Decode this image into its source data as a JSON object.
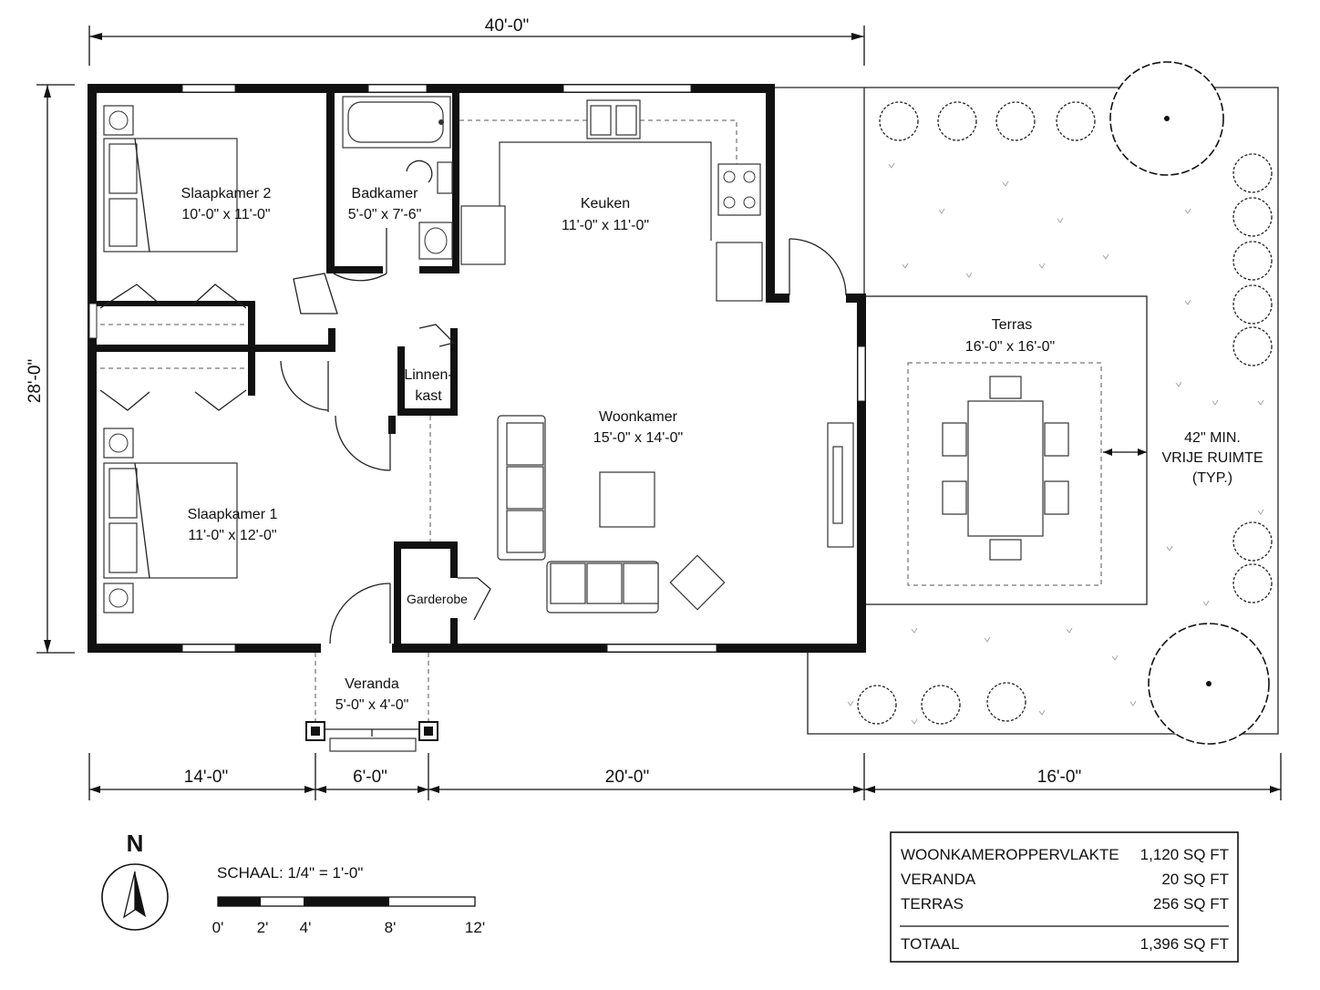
{
  "dimensions": {
    "overall_width": "40'-0\"",
    "overall_depth": "28'-0\"",
    "bottom_segments": [
      "14'-0\"",
      "6'-0\"",
      "20'-0\"",
      "16'-0\""
    ]
  },
  "rooms": {
    "bedroom2": {
      "name": "Slaapkamer 2",
      "size": "10'-0\" x 11'-0\""
    },
    "bathroom": {
      "name": "Badkamer",
      "size": "5'-0\" x 7'-6\""
    },
    "kitchen": {
      "name": "Keuken",
      "size": "11'-0\" x 11'-0\""
    },
    "linen": {
      "line1": "Linnen-",
      "line2": "kast"
    },
    "living": {
      "name": "Woonkamer",
      "size": "15'-0\" x 14'-0\""
    },
    "bedroom1": {
      "name": "Slaapkamer 1",
      "size": "11'-0\" x 12'-0\""
    },
    "wardrobe": {
      "name": "Garderobe"
    },
    "porch": {
      "name": "Veranda",
      "size": "5'-0\" x 4'-0\""
    },
    "terrace": {
      "name": "Terras",
      "size": "16'-0\" x 16'-0\""
    }
  },
  "clearance_note": {
    "line1": "42\" MIN.",
    "line2": "VRIJE RUIMTE",
    "line3": "(TYP.)"
  },
  "north": {
    "label": "N"
  },
  "scale": {
    "label": "SCHAAL:  1/4\" = 1'-0\"",
    "ticks": [
      "0'",
      "2'",
      "4'",
      "8'",
      "12'"
    ]
  },
  "area_table": {
    "rows": [
      {
        "label": "WOONKAMEROPPERVLAKTE",
        "value": "1,120 SQ FT"
      },
      {
        "label": "VERANDA",
        "value": "20 SQ FT"
      },
      {
        "label": "TERRAS",
        "value": "256 SQ FT"
      }
    ],
    "total": {
      "label": "TOTAAL",
      "value": "1,396 SQ FT"
    }
  }
}
